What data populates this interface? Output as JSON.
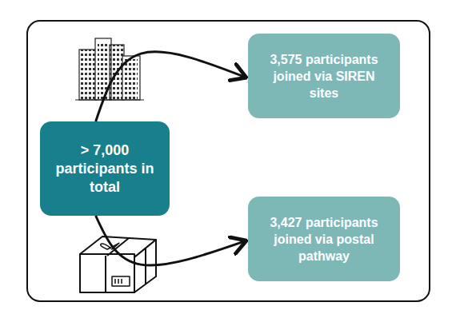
{
  "diagram": {
    "nodes": [
      {
        "text": [
          "> 7,000 participants in total"
        ]
      },
      {
        "text": [
          "3,575 participants joined via SIREN sites"
        ]
      },
      {
        "text": [
          "3,427 participants joined via postal pathway"
        ]
      }
    ],
    "edges": [
      {
        "from": 0,
        "to": 1,
        "arrow": "to"
      },
      {
        "from": 0,
        "to": 2,
        "arrow": "to"
      }
    ]
  }
}
